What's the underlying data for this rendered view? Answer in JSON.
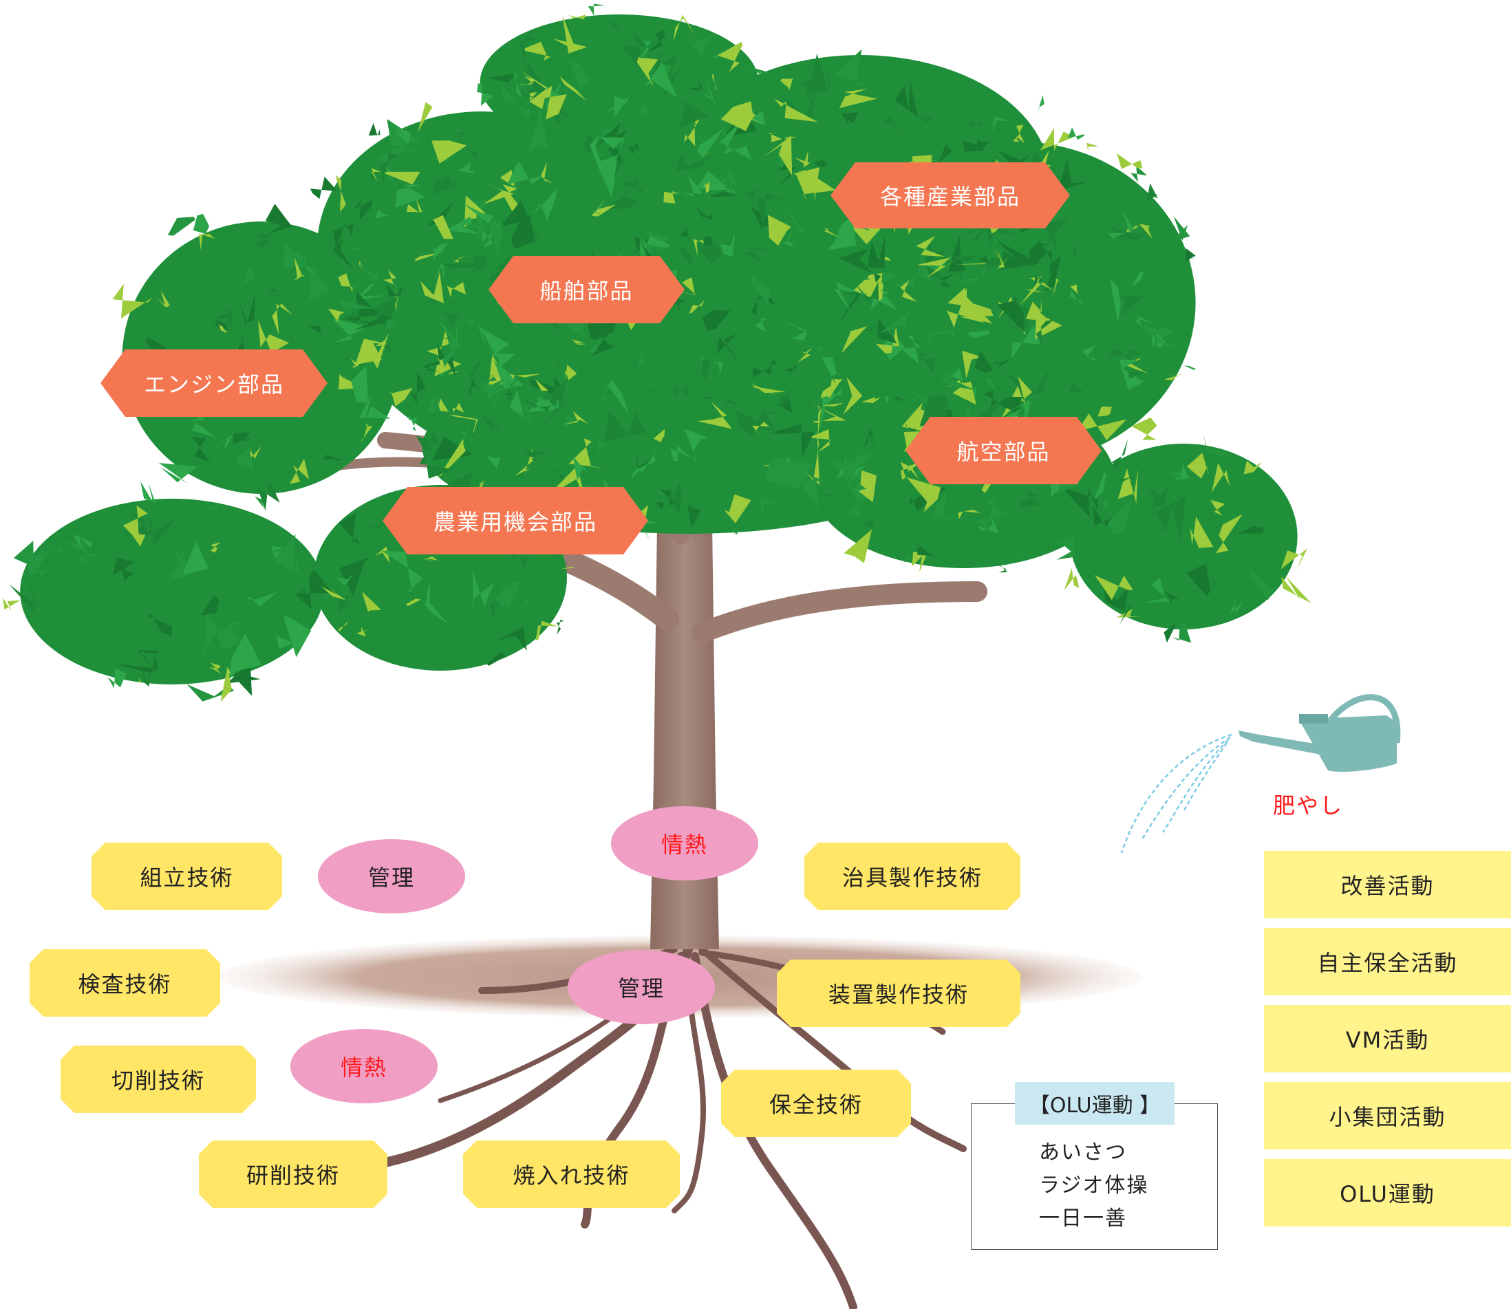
{
  "canopy_labels": {
    "kakushu": "各種産業部品",
    "senpaku": "船舶部品",
    "engine": "エンジン部品",
    "koku": "航空部品",
    "nogyo": "農業用機会部品"
  },
  "root_skills": {
    "kumitate": "組立技術",
    "jigu": "治具製作技術",
    "kensa": "検査技術",
    "sochi": "装置製作技術",
    "sessaku": "切削技術",
    "hozen": "保全技術",
    "kensaku": "研削技術",
    "yakiire": "焼入れ技術"
  },
  "values": {
    "jonetsu_top": "情熱",
    "kanri_left": "管理",
    "kanri_center": "管理",
    "jonetsu_left": "情熱"
  },
  "fertilizer": {
    "label": "肥やし",
    "activities": [
      "改善活動",
      "自主保全活動",
      "VM活動",
      "小集団活動",
      "OLU運動"
    ]
  },
  "olu_box": {
    "title": "【OLU運動 】",
    "items": [
      "あいさつ",
      "ラジオ体操",
      "一日一善"
    ]
  },
  "colors": {
    "leaf_dark": "#1f8f3a",
    "leaf_light": "#9ccc3c",
    "trunk": "#9b7b70",
    "orange_label": "#f47752",
    "yellow_label": "#ffe666",
    "pink_label": "#f09ec4",
    "activity_box": "#fff38c",
    "can": "#7fb9b5"
  }
}
